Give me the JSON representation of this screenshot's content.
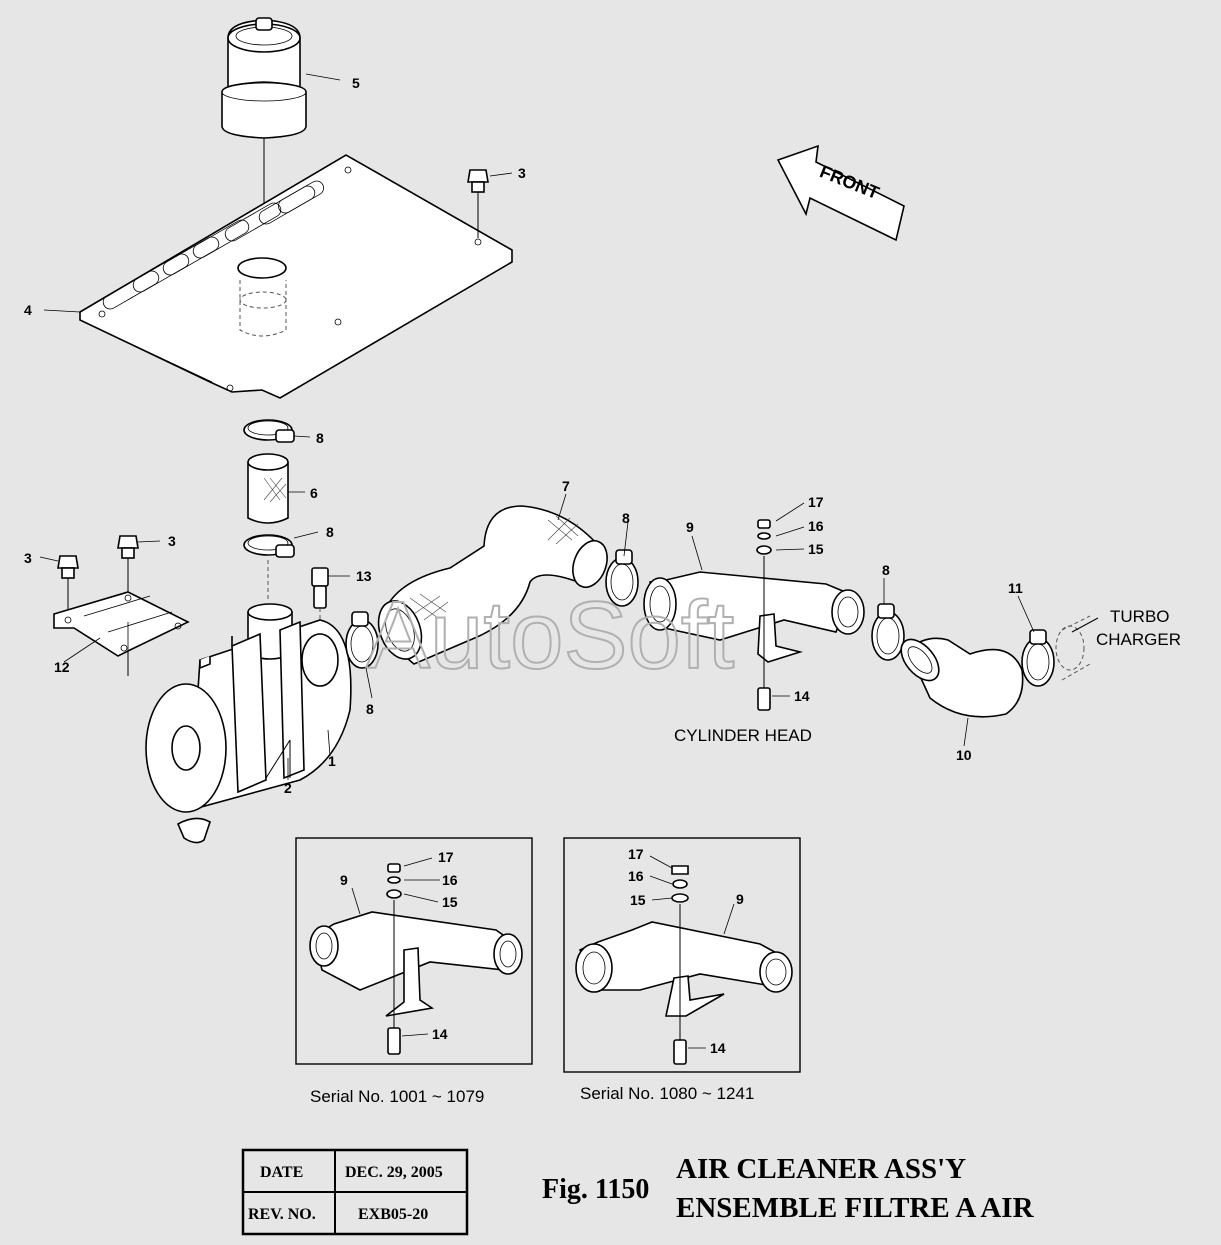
{
  "callouts": {
    "c5": "5",
    "c3a": "3",
    "c4": "4",
    "c8a": "8",
    "c6": "6",
    "c8b": "8",
    "c3b": "3",
    "c3c": "3",
    "c12": "12",
    "c13": "13",
    "c8c": "8",
    "c1": "1",
    "c2": "2",
    "c7": "7",
    "c8d": "8",
    "c9": "9",
    "c17": "17",
    "c16": "16",
    "c15": "15",
    "c14": "14",
    "c8e": "8",
    "c11": "11",
    "c10": "10",
    "d1_9": "9",
    "d1_17": "17",
    "d1_16": "16",
    "d1_15": "15",
    "d1_14": "14",
    "d2_17": "17",
    "d2_16": "16",
    "d2_15": "15",
    "d2_9": "9",
    "d2_14": "14"
  },
  "labels": {
    "front": "FRONT",
    "turbo_line1": "TURBO",
    "turbo_line2": "CHARGER",
    "cylinder_head": "CYLINDER HEAD",
    "serial_1": "Serial No. 1001 ~ 1079",
    "serial_2": "Serial No. 1080 ~ 1241",
    "watermark": "AutoSoft"
  },
  "title_block": {
    "date_label": "DATE",
    "date_value": "DEC. 29, 2005",
    "rev_label": "REV. NO.",
    "rev_value": "EXB05-20"
  },
  "figure": {
    "number": "Fig. 1150",
    "title_en": "AIR CLEANER ASS'Y",
    "title_fr": "ENSEMBLE FILTRE A AIR"
  },
  "colors": {
    "background": "#e6e6e6",
    "line": "#000000",
    "watermark": "#b0b0b0"
  }
}
